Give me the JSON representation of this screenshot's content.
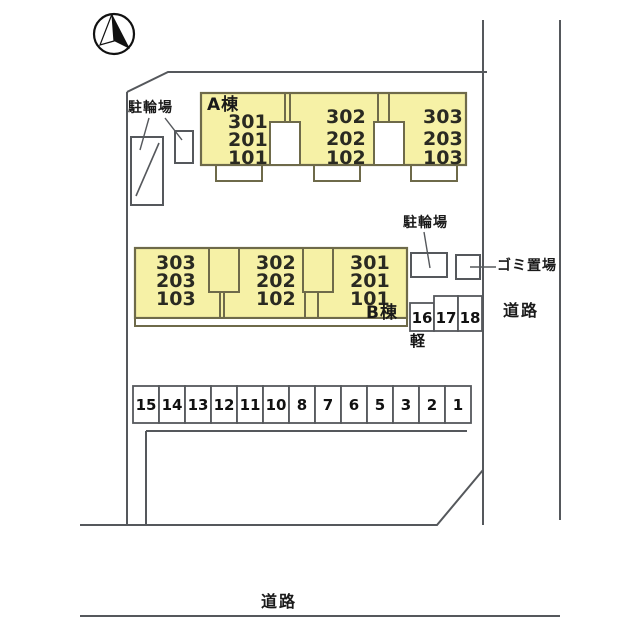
{
  "plan": {
    "title": "apartment-site-plan",
    "colors": {
      "building_fill": "#f6f1a6",
      "building_stroke": "#6e6a4a",
      "line": "#55585c",
      "text": "#1a1a1a",
      "white": "#ffffff"
    }
  },
  "compass": {
    "name": "north-arrow",
    "label": ""
  },
  "buildings": [
    {
      "tag": "A棟",
      "tag_name": "building-a-label",
      "sections": [
        {
          "units": [
            "301",
            "201",
            "101"
          ]
        },
        {
          "units": [
            "302",
            "202",
            "102"
          ]
        },
        {
          "units": [
            "303",
            "203",
            "103"
          ]
        }
      ]
    },
    {
      "tag": "B棟",
      "tag_name": "building-b-label",
      "sections": [
        {
          "units": [
            "303",
            "203",
            "103"
          ]
        },
        {
          "units": [
            "302",
            "202",
            "102"
          ]
        },
        {
          "units": [
            "301",
            "201",
            "101"
          ]
        }
      ]
    }
  ],
  "facilities": {
    "bicycle_parking_label": "駐輪場",
    "bicycle_parking_label_2": "駐輪場",
    "garbage_label": "ゴミ置場",
    "kei_label": "軽"
  },
  "roads": {
    "right_label": "道路",
    "bottom_label": "道路"
  },
  "parking": {
    "main_row": [
      "15",
      "14",
      "13",
      "12",
      "11",
      "10",
      "8",
      "7",
      "6",
      "5",
      "3",
      "2",
      "1"
    ],
    "kei_row": [
      "16",
      "17",
      "18"
    ]
  }
}
